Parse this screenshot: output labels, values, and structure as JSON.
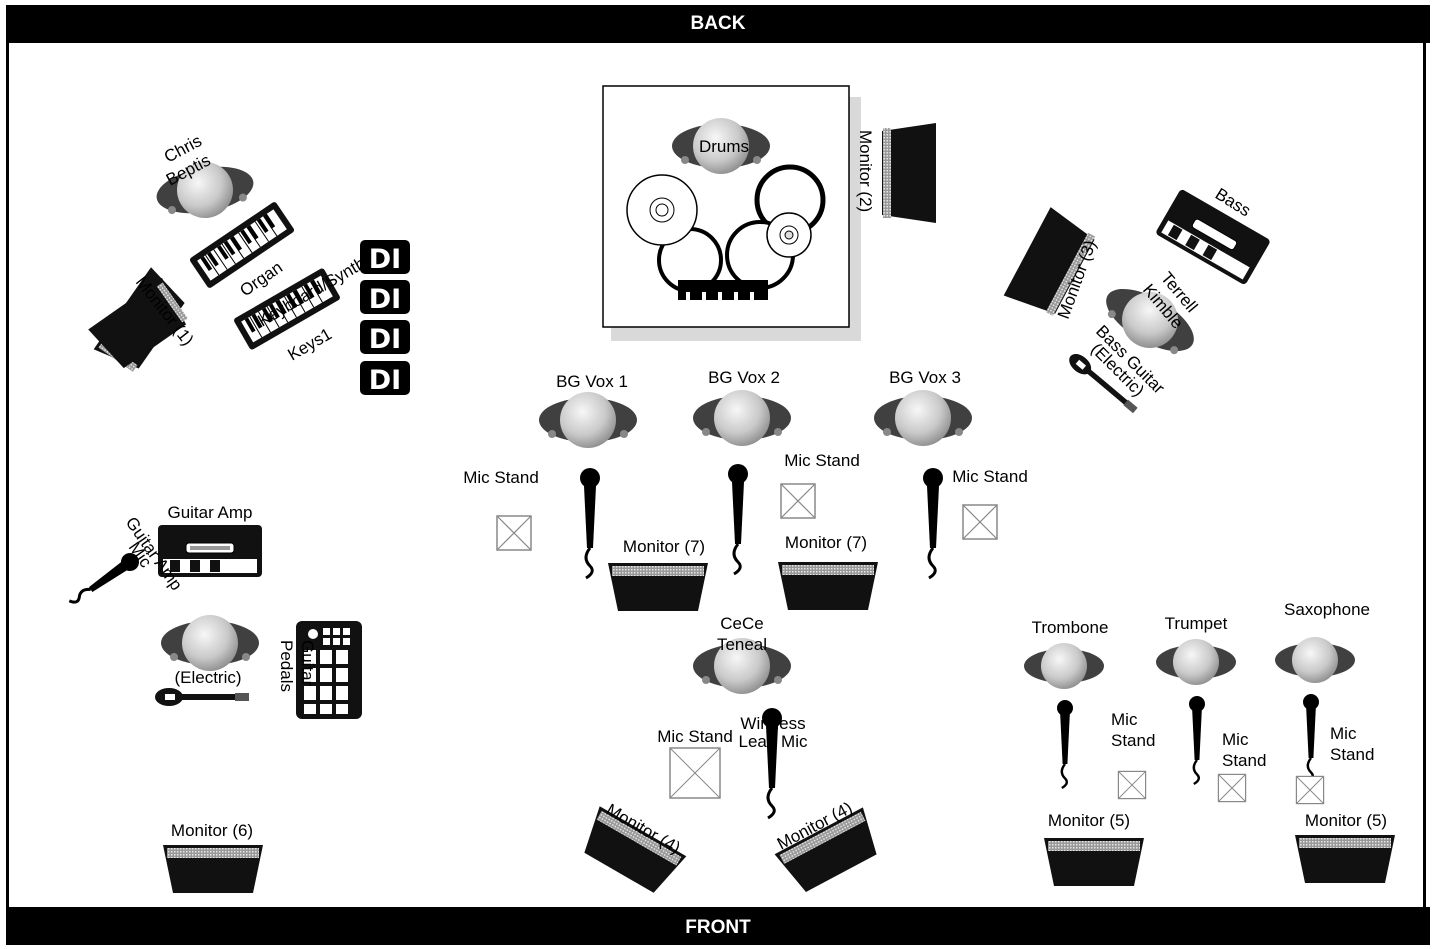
{
  "header": {
    "back": "BACK",
    "front": "FRONT"
  },
  "di_label": "DI",
  "left": {
    "chris_l1": "Chris",
    "chris_l2": "Beptis",
    "organ": "Organ",
    "keys1": "Keys1",
    "keys_overlap": "Keyboard/Synth",
    "monitor1": "Monitor (1)",
    "guitar_amp": "Guitar Amp",
    "guitar_amp_mic_l1": "Guitar Amp",
    "guitar_amp_mic_l2": "Mic",
    "electric": "(Electric)",
    "pedals_l1": "Guitar",
    "pedals_l2": "Pedals",
    "monitor6": "Monitor (6)"
  },
  "center": {
    "drums": "Drums",
    "monitor2": "Monitor (2)",
    "bgvox1": "BG Vox 1",
    "bgvox2": "BG Vox 2",
    "bgvox3": "BG Vox 3",
    "mic_stand": "Mic Stand",
    "monitor7": "Monitor (7)",
    "cece_l1": "CeCe",
    "cece_l2": "Teneal",
    "wireless_l1": "Wireless",
    "wireless_l2": "Lead Mic",
    "monitor4": "Monitor (4)"
  },
  "right": {
    "bass": "Bass",
    "monitor3": "Monitor (3)",
    "terrell_l1": "Terrell",
    "terrell_l2": "Kimble",
    "bassguitar_l1": "Bass Guitar",
    "bassguitar_l2": "(Electric)",
    "trombone": "Trombone",
    "trumpet": "Trumpet",
    "saxophone": "Saxophone",
    "mic": "Mic",
    "stand": "Stand",
    "monitor5": "Monitor (5)"
  }
}
